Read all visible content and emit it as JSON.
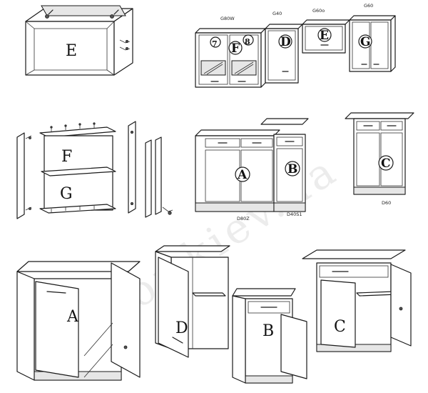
{
  "watermark": "gerbor.kiev.ua",
  "assembly": {
    "wall_cabinet_label": "E",
    "shelf_upper_label": "F",
    "shelf_lower_label": "G"
  },
  "wall_set": {
    "model_labels": [
      "G80W",
      "G40",
      "G60o",
      "G60"
    ],
    "markers": [
      "7",
      "F",
      "8",
      "D",
      "E",
      "G"
    ]
  },
  "base_set": {
    "model_labels": [
      "D80Z",
      "D40S1",
      "D60"
    ],
    "markers": [
      "A",
      "B",
      "C"
    ]
  },
  "open_cabinets": {
    "labels": [
      "A",
      "D",
      "B",
      "C"
    ]
  }
}
